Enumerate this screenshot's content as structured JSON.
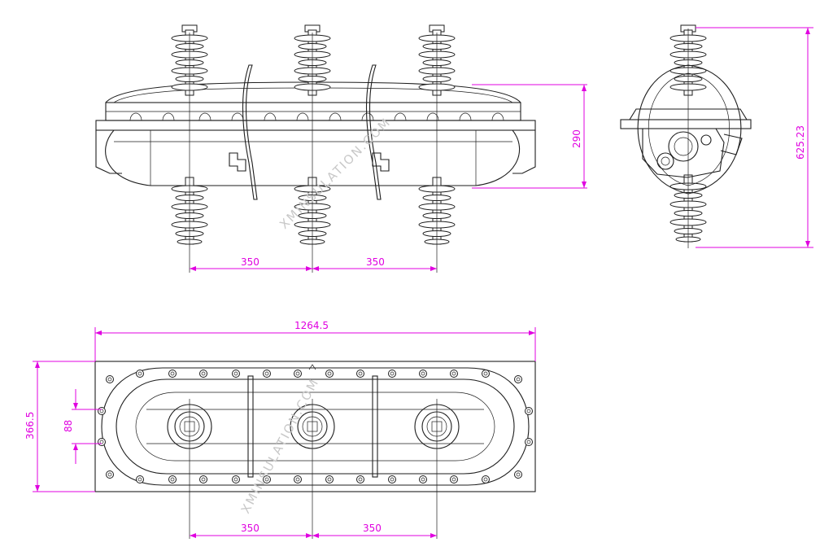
{
  "dimensions": {
    "front_spacing_left": "350",
    "front_spacing_right": "350",
    "front_height": "290",
    "side_height": "625.23",
    "plan_length": "1264.5",
    "plan_width": "366.5",
    "plan_center_width": "88",
    "plan_spacing_left": "350",
    "plan_spacing_right": "350"
  },
  "watermarks": {
    "front": "XMINSULATION.COM",
    "plan": "XMINSULATION.COM"
  },
  "colors": {
    "line": "#1e1e1e",
    "dimension": "#e000e0",
    "watermark": "#c8c8c8"
  }
}
